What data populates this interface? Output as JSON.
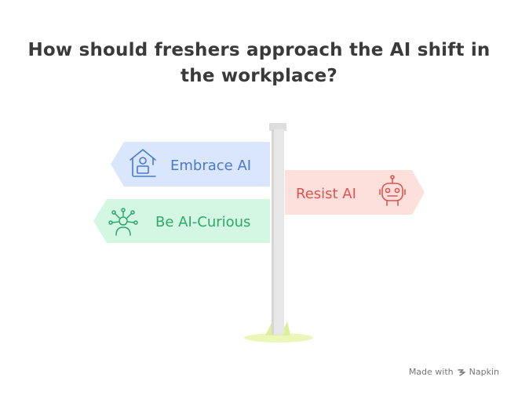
{
  "title_lines": [
    "How should freshers approach the AI shift in",
    "the workplace?"
  ],
  "signs": {
    "embrace": {
      "label": "Embrace AI",
      "fill": "#d9e6fb",
      "stroke": "#4a79c9",
      "icon": "home-office-laptop-icon"
    },
    "resist": {
      "label": "Resist AI",
      "fill": "#fde0dc",
      "stroke": "#e0534f",
      "icon": "robot-face-icon"
    },
    "curious": {
      "label": "Be AI-Curious",
      "fill": "#d4f7e4",
      "stroke": "#2ea86a",
      "icon": "person-network-icon"
    }
  },
  "post_color": "#e7e7e7",
  "grass_color": "#eaf7b8",
  "watermark": {
    "prefix": "Made with",
    "brand": "Napkin"
  }
}
